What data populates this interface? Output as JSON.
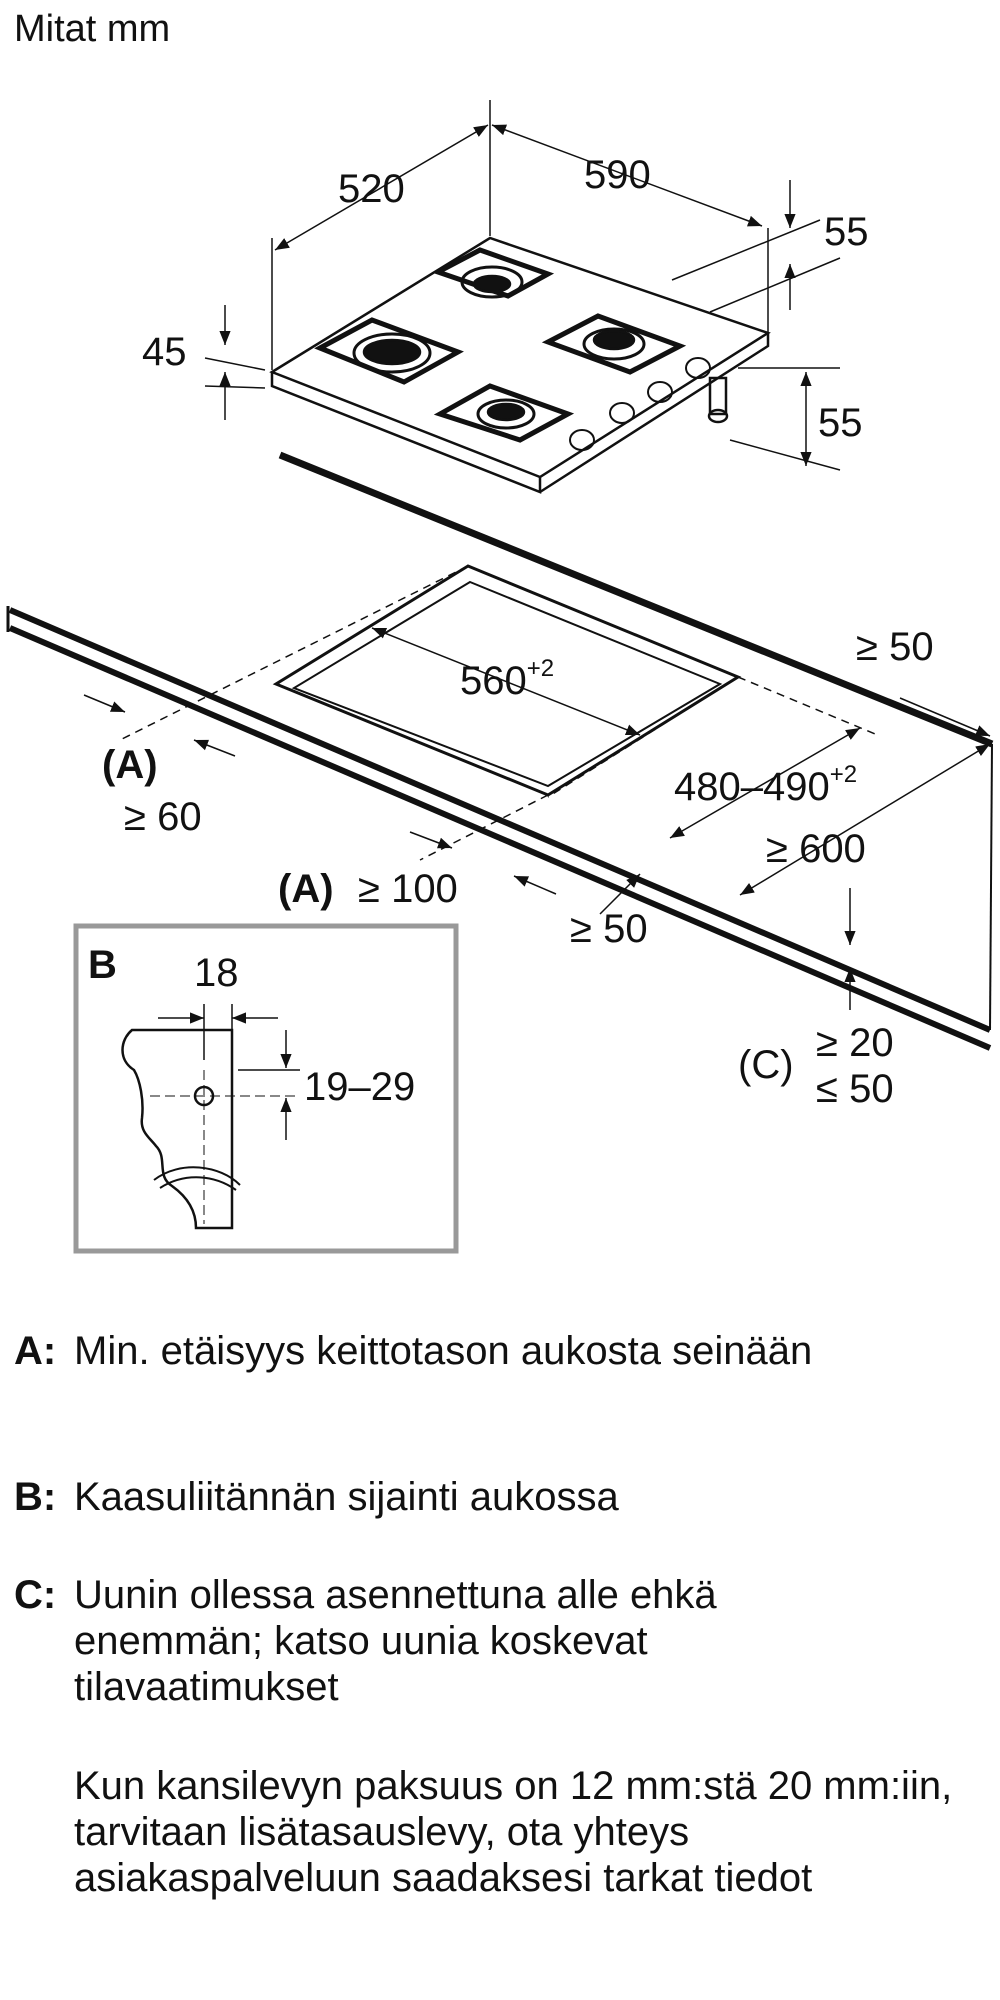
{
  "title": "Mitat mm",
  "dims": {
    "hob_depth": "520",
    "hob_width": "590",
    "knob_height": "55",
    "hob_height": "45",
    "gas_height": "55",
    "cutout_width": "560",
    "cutout_width_tol": "+2",
    "cutout_depth": "480–490",
    "cutout_depth_tol": "+2",
    "rear_clearance": "≥ 50",
    "worktop_depth": "≥ 600",
    "front_clearance": "≥ 50",
    "side_a_key": "(A)",
    "side_a_value": "≥ 60",
    "side_a2_key": "(A)",
    "side_a2_value": "≥ 100",
    "c_key": "(C)",
    "c_min": "≥ 20",
    "c_max": "≤ 50"
  },
  "detail_b": {
    "key": "B",
    "width": "18",
    "range": "19–29"
  },
  "legend": [
    {
      "key": "A:",
      "text": "Min. etäisyys keittotason aukosta seinään"
    },
    {
      "key": "B:",
      "text": "Kaasuliitännän sijainti aukossa"
    },
    {
      "key": "C:",
      "text": "Uunin ollessa asennettuna alle ehkä enemmän; katso uunia koskevat tilavaatimukset"
    }
  ],
  "note": "Kun kansilevyn paksuus on 12 mm:stä 20 mm:iin, tarvitaan lisätasauslevy, ota yhteys asiakaspalveluun saadaksesi tarkat tiedot"
}
